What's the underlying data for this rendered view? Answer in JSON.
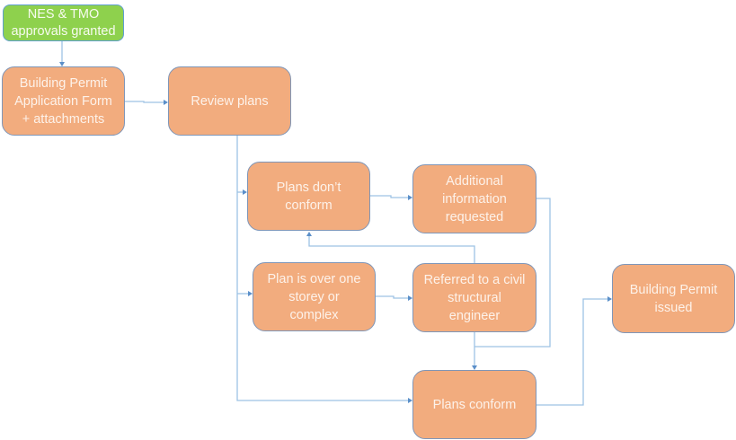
{
  "diagram": {
    "colors": {
      "process_fill": "#f2ac7e",
      "start_fill": "#8ed14d",
      "node_border": "#7f96b8",
      "connector": "#9dc2e4",
      "arrow": "#5b8fc9"
    },
    "nodes": {
      "approvals": {
        "lines": [
          "NES & TMO",
          "approvals granted"
        ]
      },
      "application": {
        "lines": [
          "Building Permit",
          "Application Form",
          "+ attachments"
        ]
      },
      "review": {
        "lines": [
          "Review plans"
        ]
      },
      "dont_conform": {
        "lines": [
          "Plans don’t",
          "conform"
        ]
      },
      "additional_info": {
        "lines": [
          "Additional",
          "information",
          "requested"
        ]
      },
      "over_one_storey": {
        "lines": [
          "Plan is over one",
          "storey or",
          "complex"
        ]
      },
      "referred": {
        "lines": [
          "Referred to a civil",
          "structural",
          "engineer"
        ]
      },
      "plans_conform": {
        "lines": [
          "Plans conform"
        ]
      },
      "permit_issued": {
        "lines": [
          "Building Permit",
          "issued"
        ]
      }
    },
    "edges": [
      {
        "from": "approvals",
        "to": "application"
      },
      {
        "from": "application",
        "to": "review"
      },
      {
        "from": "review",
        "to": "dont_conform"
      },
      {
        "from": "review",
        "to": "over_one_storey"
      },
      {
        "from": "review",
        "to": "plans_conform"
      },
      {
        "from": "dont_conform",
        "to": "additional_info"
      },
      {
        "from": "additional_info",
        "to": "plans_conform"
      },
      {
        "from": "over_one_storey",
        "to": "referred"
      },
      {
        "from": "referred",
        "to": "dont_conform"
      },
      {
        "from": "referred",
        "to": "plans_conform"
      },
      {
        "from": "plans_conform",
        "to": "permit_issued"
      }
    ]
  }
}
